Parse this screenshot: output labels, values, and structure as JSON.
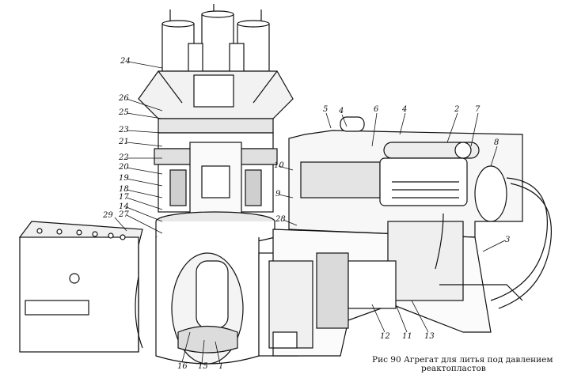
{
  "figure": {
    "caption_line1": "Рис 90 Агрегат для литья под давлением",
    "caption_line2": "реактопластов",
    "labels": [
      "24",
      "26",
      "25",
      "23",
      "21",
      "22",
      "20",
      "19",
      "18",
      "17",
      "14",
      "27",
      "29",
      "5",
      "4",
      "6",
      "4",
      "2",
      "7",
      "8",
      "10",
      "9",
      "28",
      "3",
      "16",
      "15",
      "1",
      "12",
      "11",
      "13"
    ]
  }
}
